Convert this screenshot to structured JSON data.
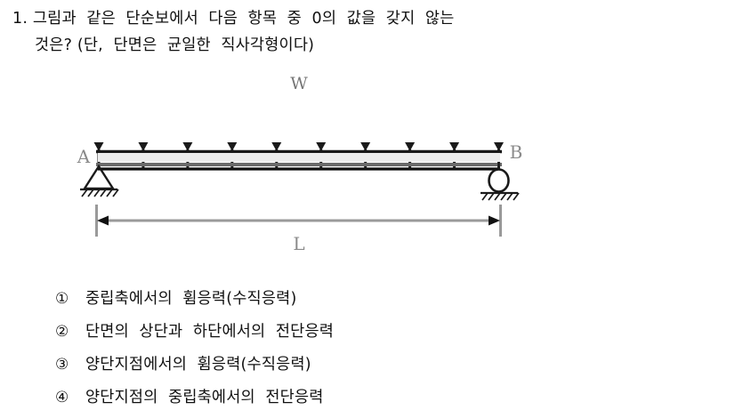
{
  "question": {
    "number": "1.",
    "line1": "1. 그림과  같은  단순보에서  다음  항목  중  0의  값을  갖지  않는",
    "line2": "것은? (단,  단면은  균일한  직사각형이다)"
  },
  "diagram": {
    "load_label": "W",
    "left_support_label": "A",
    "right_support_label": "B",
    "span_label": "L",
    "load_arrow_count": 10,
    "left_support_type": "pin",
    "right_support_type": "roller",
    "beam_color": "#1a1a1a",
    "beam_fill_color": "#ededed",
    "beam_bottom_color": "#6b6b6b",
    "dimension_line_color": "#9a9a9a",
    "label_color": "#8a8a8a"
  },
  "options": [
    {
      "marker": "①",
      "text": "중립축에서의  휨응력(수직응력)"
    },
    {
      "marker": "②",
      "text": "단면의  상단과  하단에서의  전단응력"
    },
    {
      "marker": "③",
      "text": "양단지점에서의  휨응력(수직응력)"
    },
    {
      "marker": "④",
      "text": "양단지점의  중립축에서의  전단응력"
    }
  ]
}
